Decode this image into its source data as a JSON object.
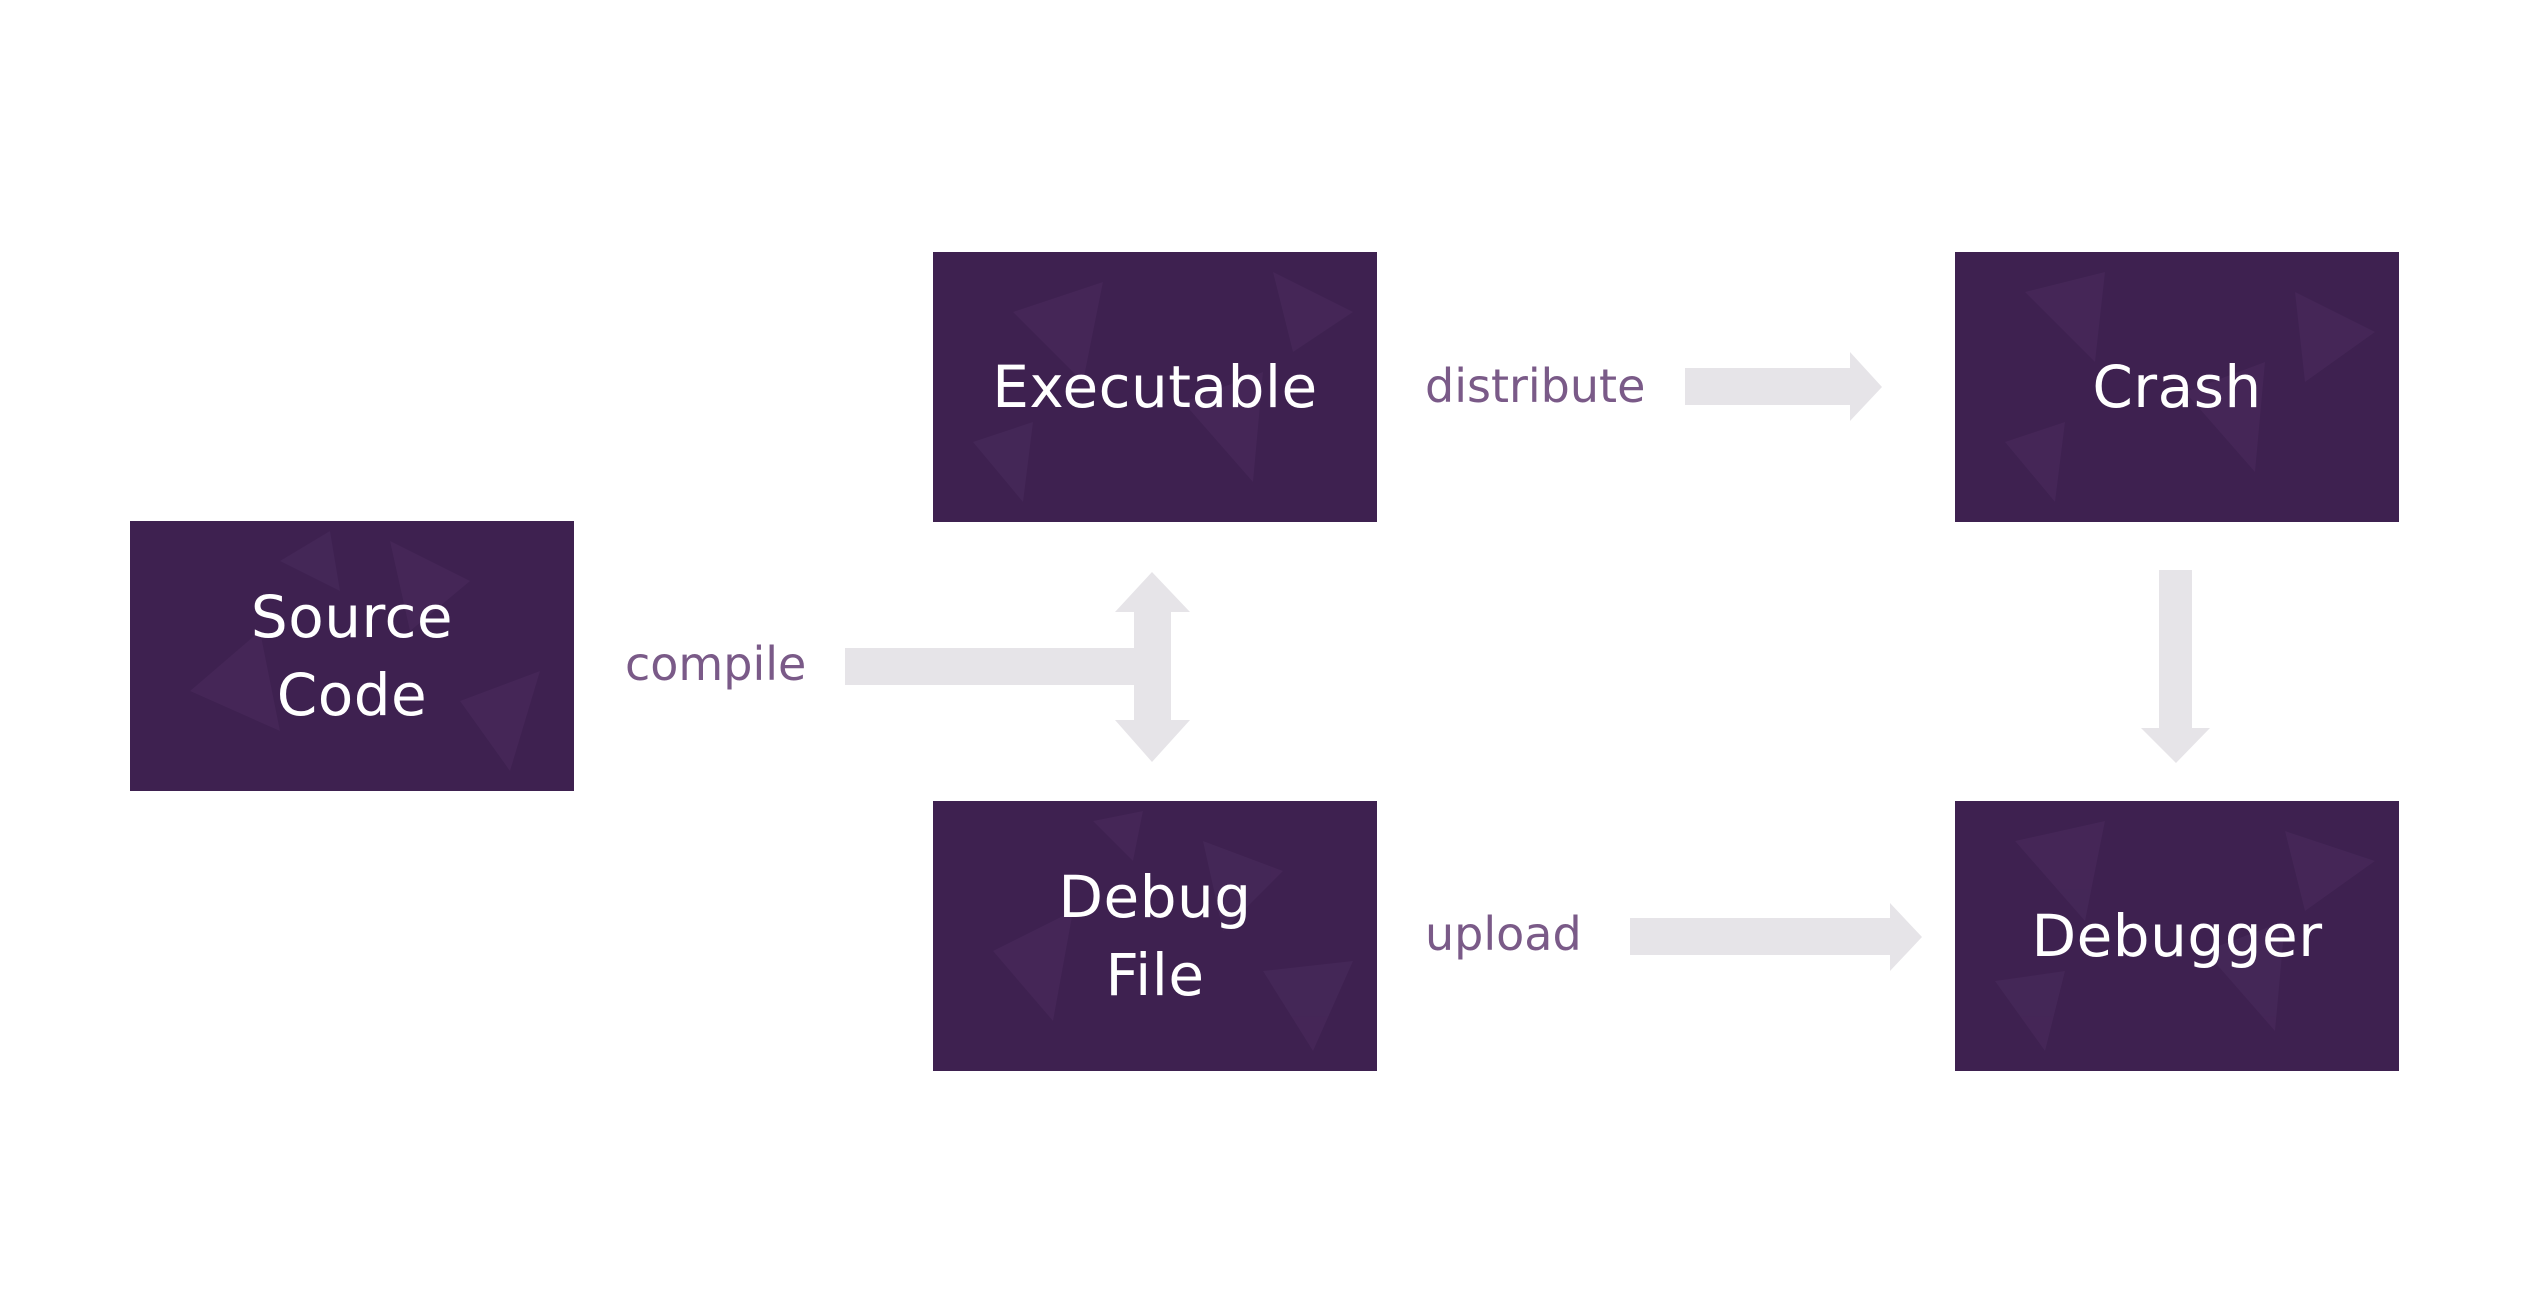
{
  "colors": {
    "node_fill": "#3e2150",
    "node_fill_dark": "#321a42",
    "node_pattern": "#4a2c5d",
    "node_text": "#ffffff",
    "edge_label": "#7a5a88",
    "arrow": "#e6e4e8"
  },
  "nodes": {
    "source_code": {
      "label": "Source\nCode"
    },
    "executable": {
      "label": "Executable"
    },
    "debug_file": {
      "label": "Debug\nFile"
    },
    "crash": {
      "label": "Crash"
    },
    "debugger": {
      "label": "Debugger"
    }
  },
  "edges": {
    "compile": {
      "label": "compile"
    },
    "distribute": {
      "label": "distribute"
    },
    "upload": {
      "label": "upload"
    }
  }
}
